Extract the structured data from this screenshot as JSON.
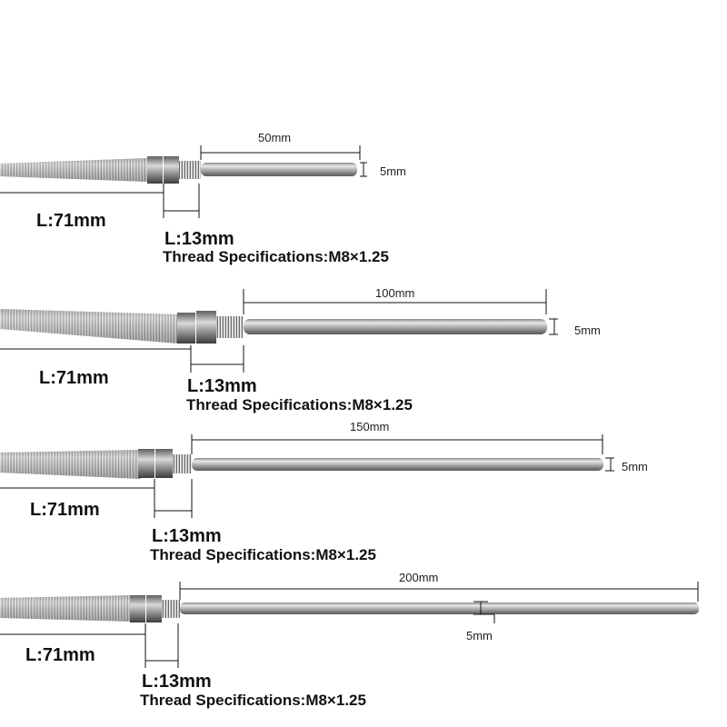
{
  "probes": [
    {
      "length_label": "50mm",
      "diameter_label": "5mm",
      "cable_length_label": "L:71mm",
      "thread_length_label": "L:13mm",
      "thread_spec_label": "Thread Specifications:M8×1.25"
    },
    {
      "length_label": "100mm",
      "diameter_label": "5mm",
      "cable_length_label": "L:71mm",
      "thread_length_label": "L:13mm",
      "thread_spec_label": "Thread Specifications:M8×1.25"
    },
    {
      "length_label": "150mm",
      "diameter_label": "5mm",
      "cable_length_label": "L:71mm",
      "thread_length_label": "L:13mm",
      "thread_spec_label": "Thread Specifications:M8×1.25"
    },
    {
      "length_label": "200mm",
      "diameter_label": "5mm",
      "cable_length_label": "L:71mm",
      "thread_length_label": "L:13mm",
      "thread_spec_label": "Thread Specifications:M8×1.25"
    }
  ]
}
